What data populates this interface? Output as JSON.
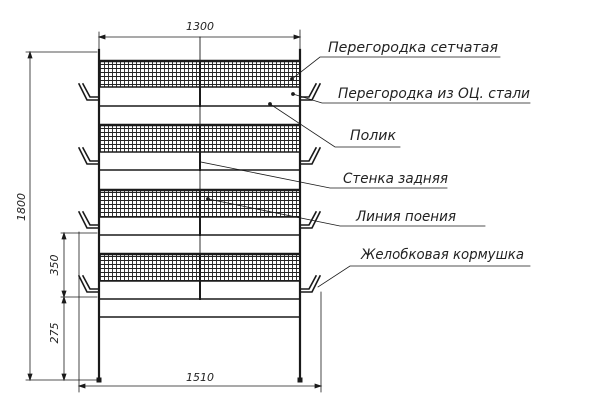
{
  "drawing": {
    "subject": "cage battery side view",
    "tiers": 4,
    "dimensions": {
      "top_width": "1300",
      "total_width": "1510",
      "total_height": "1800",
      "tier_spacing": "350",
      "bottom_clearance": "275"
    },
    "callouts": [
      {
        "label": "Перегородка сетчатая"
      },
      {
        "label": "Перегородка из ОЦ. стали"
      },
      {
        "label": "Полик"
      },
      {
        "label": "Стенка задняя"
      },
      {
        "label": "Линия поения"
      },
      {
        "label": "Желобковая кормушка"
      }
    ],
    "colors": {
      "line": "#1a1a1a",
      "background": "#ffffff"
    }
  }
}
